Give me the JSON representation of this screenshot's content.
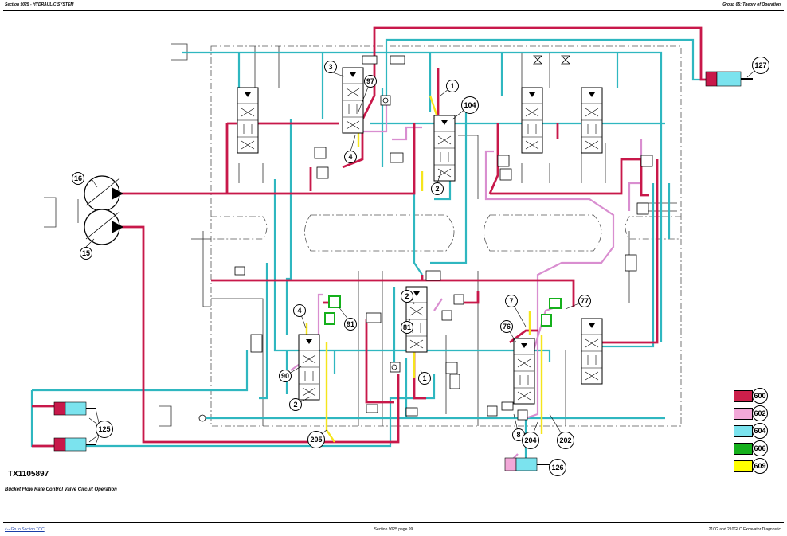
{
  "header": {
    "section": "Section 9025 - HYDRAULIC SYSTEM",
    "group": "Group 05: Theory of Operation"
  },
  "figure": {
    "id": "TX1105897",
    "caption": "Bucket Flow Rate Control Valve Circuit Operation"
  },
  "callouts": [
    "1",
    "2",
    "3",
    "4",
    "7",
    "8",
    "15",
    "16",
    "76",
    "77",
    "81",
    "90",
    "91",
    "97",
    "104",
    "125",
    "126",
    "127",
    "202",
    "204",
    "205"
  ],
  "legend": [
    {
      "code": "600",
      "color": "#cc1f4a"
    },
    {
      "code": "602",
      "color": "#f2a8d8"
    },
    {
      "code": "604",
      "color": "#7be3ee"
    },
    {
      "code": "606",
      "color": "#15b01c"
    },
    {
      "code": "609",
      "color": "#ffff00"
    }
  ],
  "colors": {
    "high_pressure": "#c8184a",
    "pilot": "#d98ed0",
    "return": "#2fb7c0",
    "trapped": "#18a82a",
    "load_sense": "#f5e51c"
  },
  "footer": {
    "link": "<-- Go to Section TOC",
    "page": "Section 9025 page 99",
    "manual": "210G and 210GLC Excavator Diagnostic"
  }
}
